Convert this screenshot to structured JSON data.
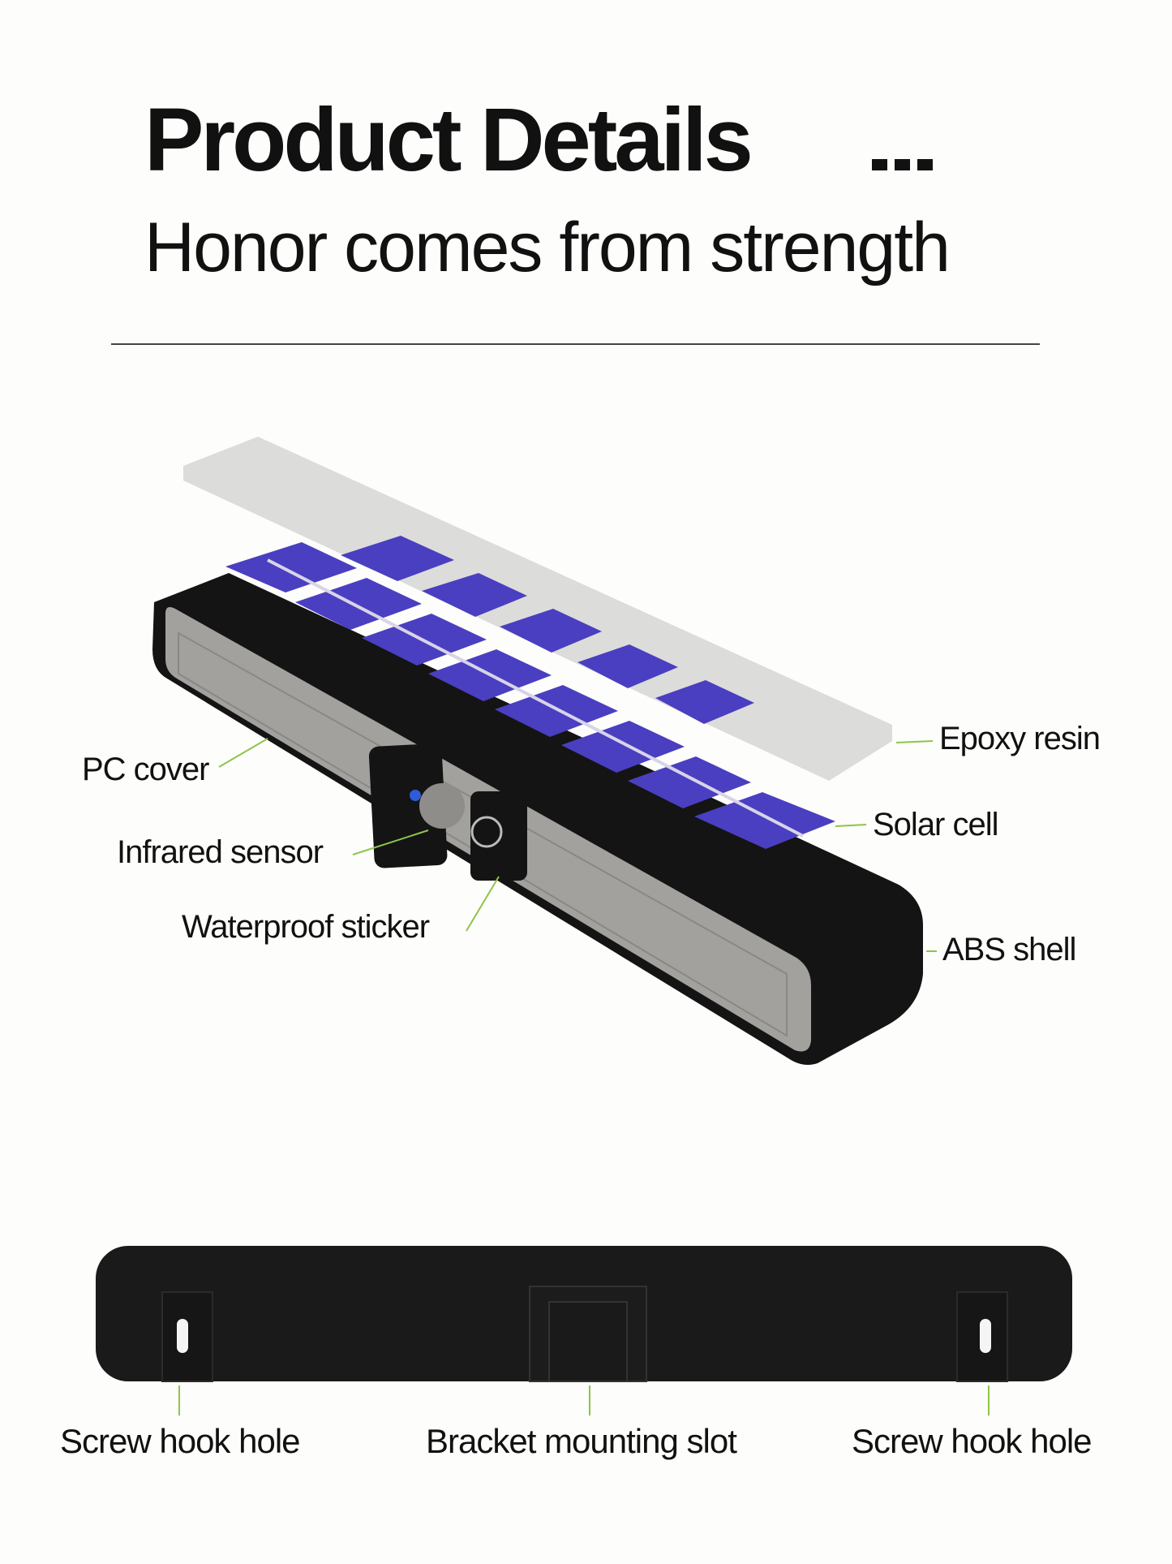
{
  "header": {
    "title": "Product Details",
    "subtitle": "Honor comes from strength"
  },
  "exploded_view": {
    "callouts": [
      {
        "id": "epoxy",
        "label": "Epoxy resin"
      },
      {
        "id": "solar",
        "label": "Solar cell"
      },
      {
        "id": "abs",
        "label": "ABS shell"
      },
      {
        "id": "pc",
        "label": "PC cover"
      },
      {
        "id": "ir",
        "label": "Infrared sensor"
      },
      {
        "id": "sticker",
        "label": "Waterproof sticker"
      }
    ]
  },
  "back_view": {
    "callouts": [
      {
        "id": "hook-left",
        "label": "Screw hook hole"
      },
      {
        "id": "bracket",
        "label": "Bracket mounting slot"
      },
      {
        "id": "hook-right",
        "label": "Screw hook hole"
      }
    ]
  },
  "colors": {
    "background": "#fdfdfb",
    "leader_line": "#8fc44a",
    "solar_cell": "#4a3fc0",
    "shell": "#141414",
    "cover": "#a3a19d",
    "resin": "#dcdcdb"
  }
}
